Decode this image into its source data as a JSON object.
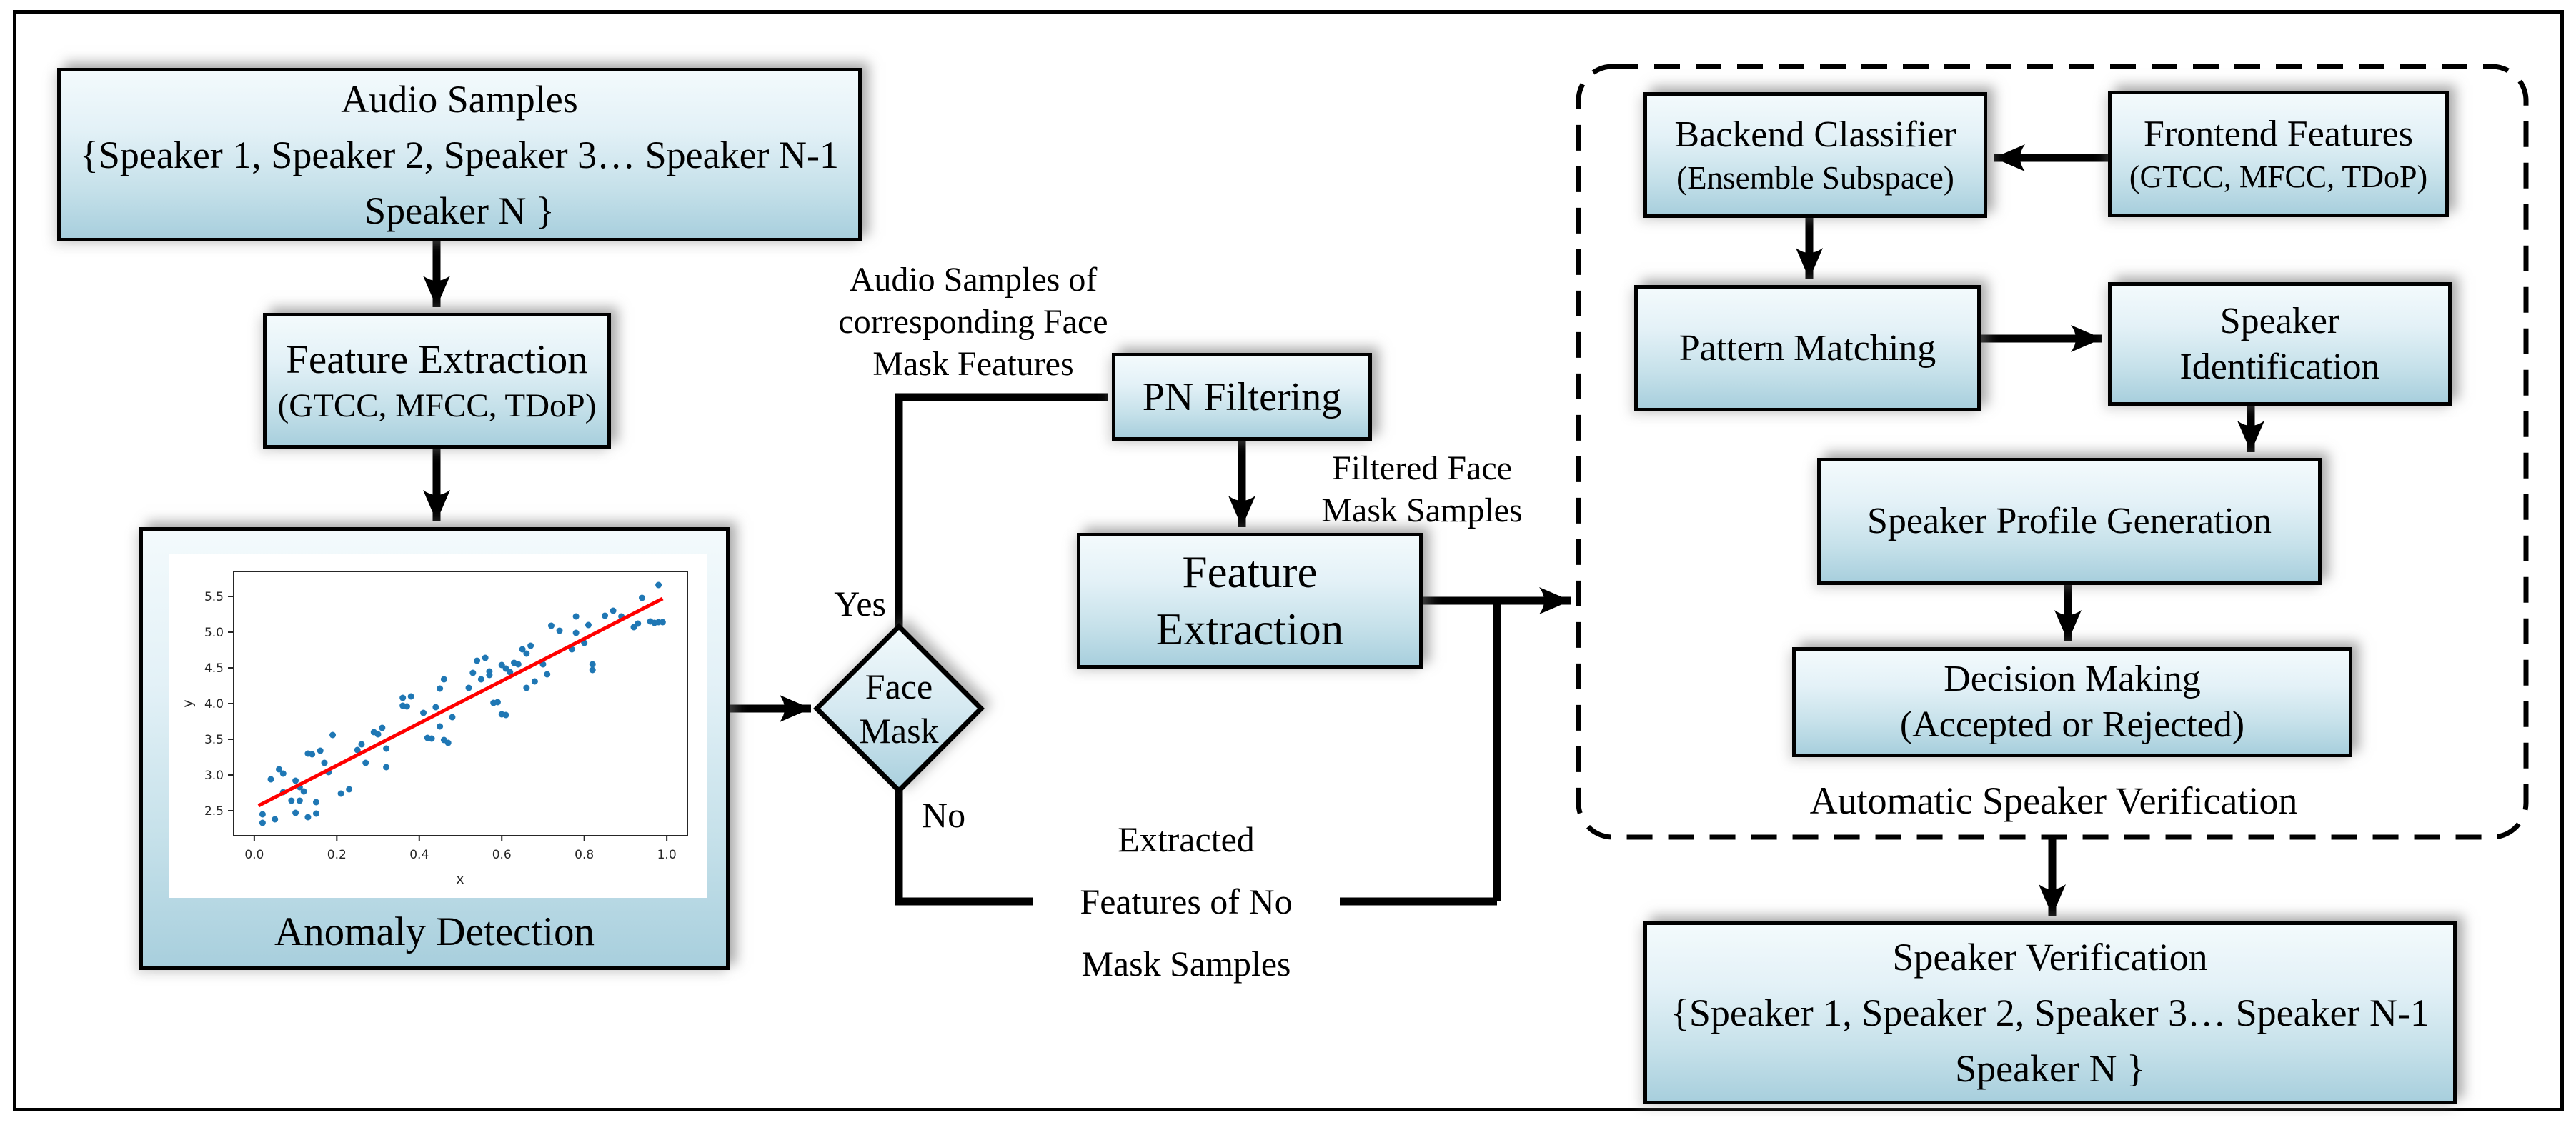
{
  "nodes": {
    "audio_samples": {
      "lines": [
        "Audio Samples",
        "{Speaker 1, Speaker 2, Speaker 3… Speaker N-1",
        "Speaker N }"
      ]
    },
    "feature_extraction_1": {
      "title": "Feature Extraction",
      "subtitle": "(GTCC, MFCC, TDoP)"
    },
    "anomaly_detection": {
      "caption": "Anomaly Detection"
    },
    "face_mask_decision": {
      "lines": [
        "Face",
        "Mask"
      ]
    },
    "pn_filtering": {
      "title": "PN Filtering"
    },
    "feature_extraction_2": {
      "lines": [
        "Feature",
        "Extraction"
      ]
    },
    "backend_classifier": {
      "title": "Backend Classifier",
      "subtitle": "(Ensemble Subspace)"
    },
    "frontend_features": {
      "title": "Frontend Features",
      "subtitle": "(GTCC, MFCC, TDoP)"
    },
    "pattern_matching": {
      "title": "Pattern Matching"
    },
    "speaker_identification": {
      "lines": [
        "Speaker",
        "Identification"
      ]
    },
    "speaker_profile_generation": {
      "title": "Speaker Profile Generation"
    },
    "decision_making": {
      "title": "Decision Making",
      "subtitle": "(Accepted or Rejected)"
    },
    "asv_group": {
      "caption": "Automatic Speaker Verification"
    },
    "speaker_verification": {
      "lines": [
        "Speaker Verification",
        "{Speaker 1, Speaker 2, Speaker 3… Speaker N-1",
        "Speaker N }"
      ]
    }
  },
  "edge_labels": {
    "yes": "Yes",
    "no": "No",
    "audio_samples_of": [
      "Audio Samples of",
      "corresponding Face",
      "Mask Features"
    ],
    "filtered": [
      "Filtered Face",
      "Mask Samples"
    ],
    "extracted": [
      "Extracted",
      "Features of No",
      "Mask Samples"
    ]
  },
  "colors": {
    "box_gradient_top": "#f3fafc",
    "box_gradient_bottom": "#a8cfdd",
    "border": "#000000",
    "scatter_point": "#1f77b4",
    "trend_line": "#ff0000"
  },
  "chart_data": {
    "type": "scatter",
    "title": "",
    "xlabel": "x",
    "ylabel": "y",
    "x_ticks": [
      0.0,
      0.2,
      0.4,
      0.6,
      0.8,
      1.0
    ],
    "y_ticks": [
      2.5,
      3.0,
      3.5,
      4.0,
      4.5,
      5.0,
      5.5
    ],
    "xlim": [
      -0.05,
      1.05
    ],
    "ylim": [
      2.15,
      5.85
    ],
    "grid": false,
    "legend": "none",
    "point_color": "#1f77b4",
    "trend_color": "#ff0000",
    "trend_line": {
      "x1": 0.01,
      "y1": 2.57,
      "x2": 0.99,
      "y2": 5.47
    },
    "points": [
      [
        0.02,
        2.45
      ],
      [
        0.02,
        2.33
      ],
      [
        0.04,
        2.94
      ],
      [
        0.05,
        2.38
      ],
      [
        0.06,
        3.08
      ],
      [
        0.07,
        2.76
      ],
      [
        0.07,
        3.02
      ],
      [
        0.09,
        2.64
      ],
      [
        0.1,
        2.92
      ],
      [
        0.1,
        2.47
      ],
      [
        0.11,
        2.83
      ],
      [
        0.11,
        2.64
      ],
      [
        0.12,
        2.77
      ],
      [
        0.13,
        2.41
      ],
      [
        0.13,
        3.3
      ],
      [
        0.14,
        3.29
      ],
      [
        0.15,
        2.62
      ],
      [
        0.15,
        2.46
      ],
      [
        0.16,
        3.34
      ],
      [
        0.17,
        3.17
      ],
      [
        0.18,
        3.04
      ],
      [
        0.19,
        3.56
      ],
      [
        0.21,
        2.74
      ],
      [
        0.23,
        2.8
      ],
      [
        0.25,
        3.35
      ],
      [
        0.26,
        3.43
      ],
      [
        0.27,
        3.17
      ],
      [
        0.29,
        3.6
      ],
      [
        0.3,
        3.57
      ],
      [
        0.31,
        3.66
      ],
      [
        0.32,
        3.37
      ],
      [
        0.32,
        3.11
      ],
      [
        0.36,
        3.97
      ],
      [
        0.36,
        4.08
      ],
      [
        0.37,
        3.96
      ],
      [
        0.38,
        4.1
      ],
      [
        0.41,
        3.87
      ],
      [
        0.42,
        3.52
      ],
      [
        0.43,
        3.51
      ],
      [
        0.44,
        3.95
      ],
      [
        0.45,
        4.21
      ],
      [
        0.45,
        3.68
      ],
      [
        0.46,
        3.49
      ],
      [
        0.46,
        4.34
      ],
      [
        0.47,
        3.45
      ],
      [
        0.48,
        3.81
      ],
      [
        0.52,
        4.22
      ],
      [
        0.53,
        4.43
      ],
      [
        0.54,
        4.6
      ],
      [
        0.55,
        4.34
      ],
      [
        0.56,
        4.64
      ],
      [
        0.57,
        4.45
      ],
      [
        0.57,
        4.4
      ],
      [
        0.58,
        4.01
      ],
      [
        0.59,
        4.02
      ],
      [
        0.6,
        3.85
      ],
      [
        0.6,
        4.54
      ],
      [
        0.61,
        4.49
      ],
      [
        0.61,
        3.84
      ],
      [
        0.62,
        4.44
      ],
      [
        0.63,
        4.57
      ],
      [
        0.64,
        4.55
      ],
      [
        0.65,
        4.76
      ],
      [
        0.66,
        4.7
      ],
      [
        0.66,
        4.22
      ],
      [
        0.67,
        4.81
      ],
      [
        0.68,
        4.31
      ],
      [
        0.7,
        4.55
      ],
      [
        0.71,
        4.41
      ],
      [
        0.72,
        5.09
      ],
      [
        0.74,
        5.02
      ],
      [
        0.77,
        4.76
      ],
      [
        0.78,
        5.22
      ],
      [
        0.78,
        4.99
      ],
      [
        0.8,
        4.85
      ],
      [
        0.81,
        5.1
      ],
      [
        0.82,
        4.47
      ],
      [
        0.82,
        4.55
      ],
      [
        0.85,
        5.23
      ],
      [
        0.87,
        5.3
      ],
      [
        0.89,
        5.22
      ],
      [
        0.92,
        5.07
      ],
      [
        0.93,
        5.12
      ],
      [
        0.94,
        5.48
      ],
      [
        0.96,
        5.15
      ],
      [
        0.97,
        5.13
      ],
      [
        0.98,
        5.14
      ],
      [
        0.98,
        5.66
      ],
      [
        0.99,
        5.14
      ]
    ]
  }
}
